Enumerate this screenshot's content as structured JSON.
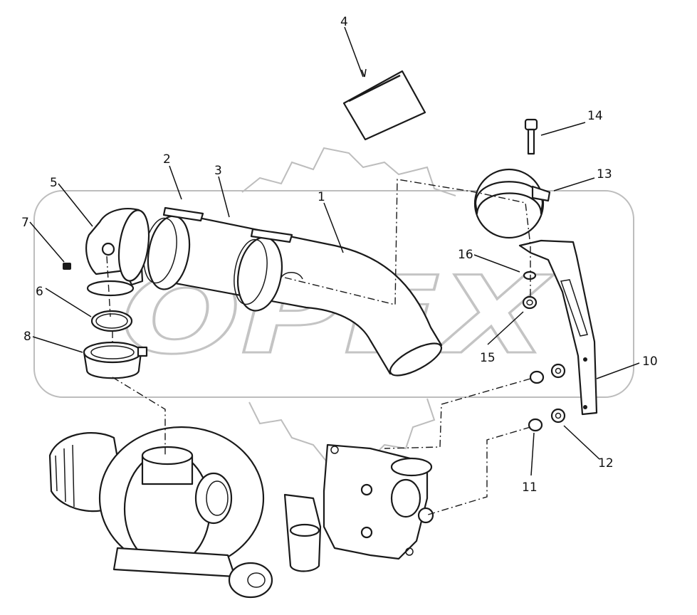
{
  "watermark": {
    "text": "OPEX"
  },
  "callouts": [
    {
      "id": "1",
      "label": "1"
    },
    {
      "id": "2",
      "label": "2"
    },
    {
      "id": "3",
      "label": "3"
    },
    {
      "id": "4",
      "label": "4"
    },
    {
      "id": "5",
      "label": "5"
    },
    {
      "id": "6",
      "label": "6"
    },
    {
      "id": "7",
      "label": "7"
    },
    {
      "id": "8",
      "label": "8"
    },
    {
      "id": "10",
      "label": "10"
    },
    {
      "id": "11",
      "label": "11"
    },
    {
      "id": "12",
      "label": "12"
    },
    {
      "id": "13",
      "label": "13"
    },
    {
      "id": "14",
      "label": "14"
    },
    {
      "id": "15",
      "label": "15"
    },
    {
      "id": "16",
      "label": "16"
    }
  ],
  "colors": {
    "line": "#1a1a1a",
    "watermark": "#bdbdbd",
    "background": "#ffffff"
  }
}
